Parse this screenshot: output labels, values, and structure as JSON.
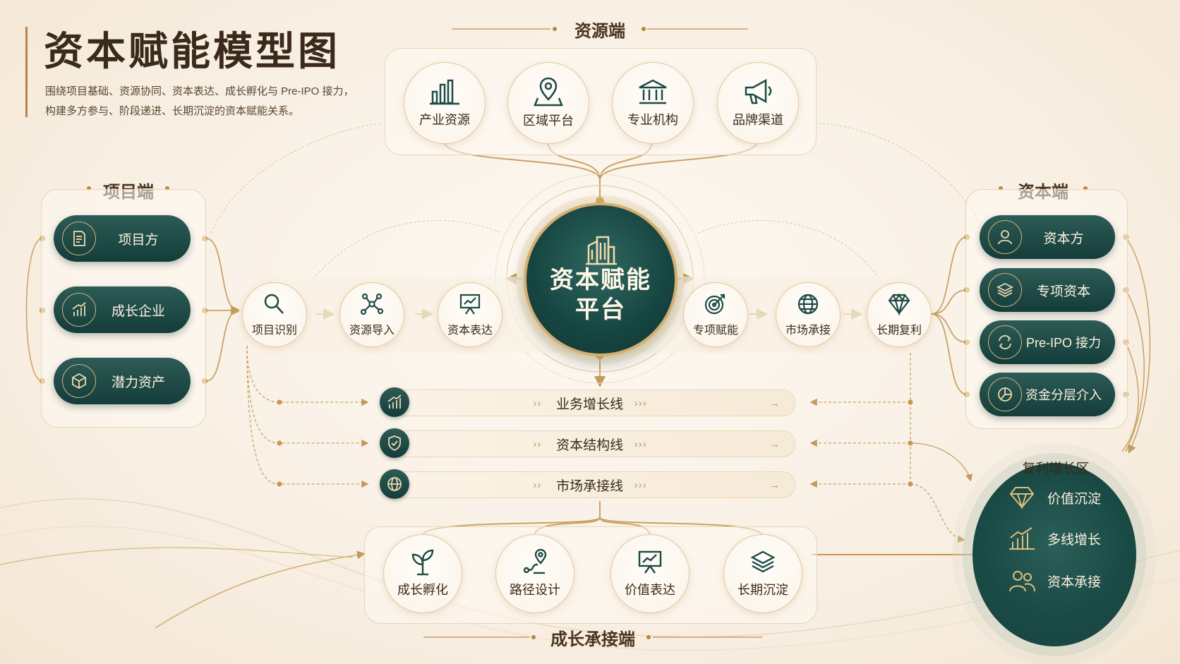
{
  "title": "资本赋能模型图",
  "subtitle_line1": "围绕项目基础、资源协同、资本表达、成长孵化与 Pre-IPO 接力，",
  "subtitle_line2": "构建多方参与、阶段递进、长期沉淀的资本赋能关系。",
  "sections": {
    "resource": "资源端",
    "project": "项目端",
    "capital": "资本端",
    "growth": "成长承接端"
  },
  "resource_items": [
    {
      "label": "产业资源",
      "icon": "bar-chart-icon"
    },
    {
      "label": "区域平台",
      "icon": "map-pin-icon"
    },
    {
      "label": "专业机构",
      "icon": "institution-icon"
    },
    {
      "label": "品牌渠道",
      "icon": "megaphone-icon"
    }
  ],
  "project_items": [
    {
      "label": "项目方",
      "icon": "document-icon"
    },
    {
      "label": "成长企业",
      "icon": "growth-chart-icon"
    },
    {
      "label": "潜力资产",
      "icon": "cube-icon"
    }
  ],
  "capital_items": [
    {
      "label": "资本方",
      "icon": "user-icon"
    },
    {
      "label": "专项资本",
      "icon": "layers-icon"
    },
    {
      "label": "Pre-IPO 接力",
      "icon": "cycle-icon"
    },
    {
      "label": "资金分层介入",
      "icon": "pie-icon"
    }
  ],
  "hub": {
    "line1": "资本赋能",
    "line2": "平台",
    "icon": "building-icon"
  },
  "left_flow": [
    {
      "label": "项目识别",
      "icon": "search-icon"
    },
    {
      "label": "资源导入",
      "icon": "network-icon"
    },
    {
      "label": "资本表达",
      "icon": "presentation-icon"
    }
  ],
  "right_flow": [
    {
      "label": "专项赋能",
      "icon": "target-icon"
    },
    {
      "label": "市场承接",
      "icon": "globe-icon"
    },
    {
      "label": "长期复利",
      "icon": "diamond-icon"
    }
  ],
  "lines": [
    {
      "label": "业务增长线",
      "icon": "growth-chart-icon"
    },
    {
      "label": "资本结构线",
      "icon": "shield-icon"
    },
    {
      "label": "市场承接线",
      "icon": "globe-icon"
    }
  ],
  "growth_items": [
    {
      "label": "成长孵化",
      "icon": "sprout-icon"
    },
    {
      "label": "路径设计",
      "icon": "route-icon"
    },
    {
      "label": "价值表达",
      "icon": "presentation-icon"
    },
    {
      "label": "长期沉淀",
      "icon": "layers-icon"
    }
  ],
  "compound": {
    "title": "复利增长区",
    "items": [
      {
        "label": "价值沉淀",
        "icon": "diamond-icon"
      },
      {
        "label": "多线增长",
        "icon": "bar-chart-icon"
      },
      {
        "label": "资本承接",
        "icon": "people-icon"
      }
    ]
  },
  "colors": {
    "gold": "#b8863b",
    "teal": "#1a4a45",
    "cream": "#fbf3e7"
  }
}
